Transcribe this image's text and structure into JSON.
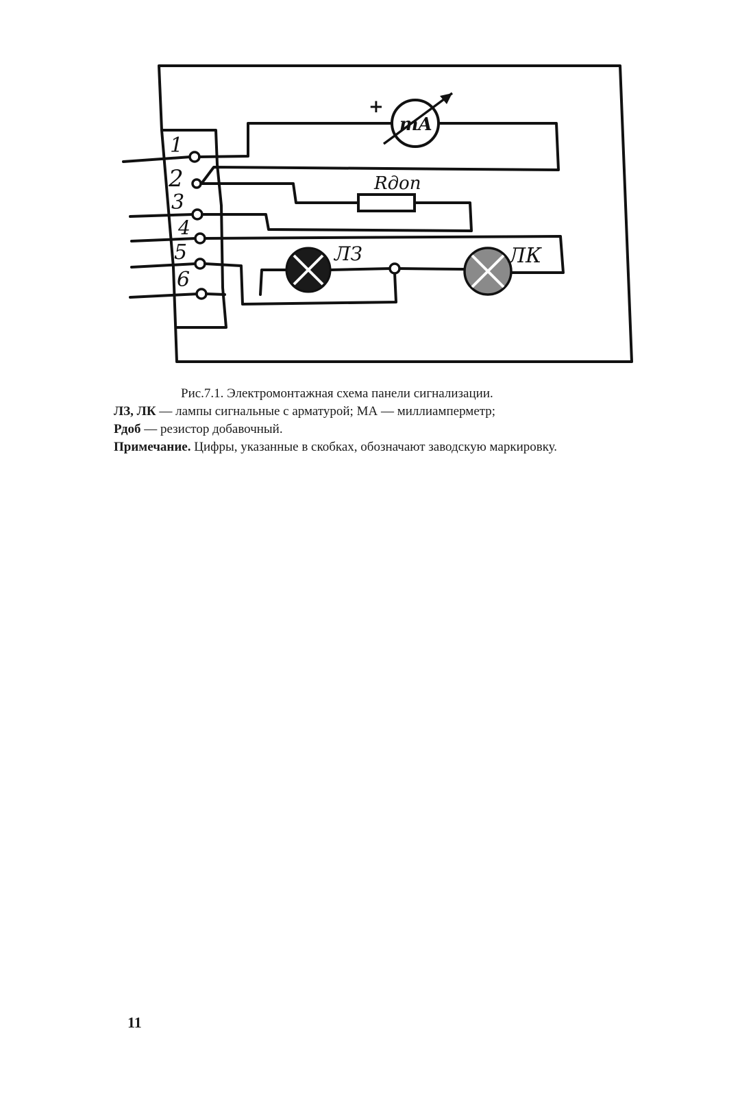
{
  "diagram": {
    "terminals": [
      "1",
      "2",
      "3",
      "4",
      "5",
      "6"
    ],
    "meter_label": "mA",
    "meter_polarity": "+",
    "resistor_label": "Rдоп",
    "lamp_left_label": "ЛЗ",
    "lamp_right_label": "ЛК"
  },
  "caption": {
    "title": "Рис.7.1. Электромонтажная схема панели сигнализации.",
    "legend_1_bold": "ЛЗ, ЛК",
    "legend_1_text": " — лампы сигнальные с арматурой; МА — миллиамперметр;",
    "legend_2_bold": "Рдоб",
    "legend_2_text": " — резистор добавочный.",
    "note_bold": "Примечание.",
    "note_text": " Цифры, указанные в скобках, обозначают заводскую маркировку."
  },
  "page_number": "11"
}
